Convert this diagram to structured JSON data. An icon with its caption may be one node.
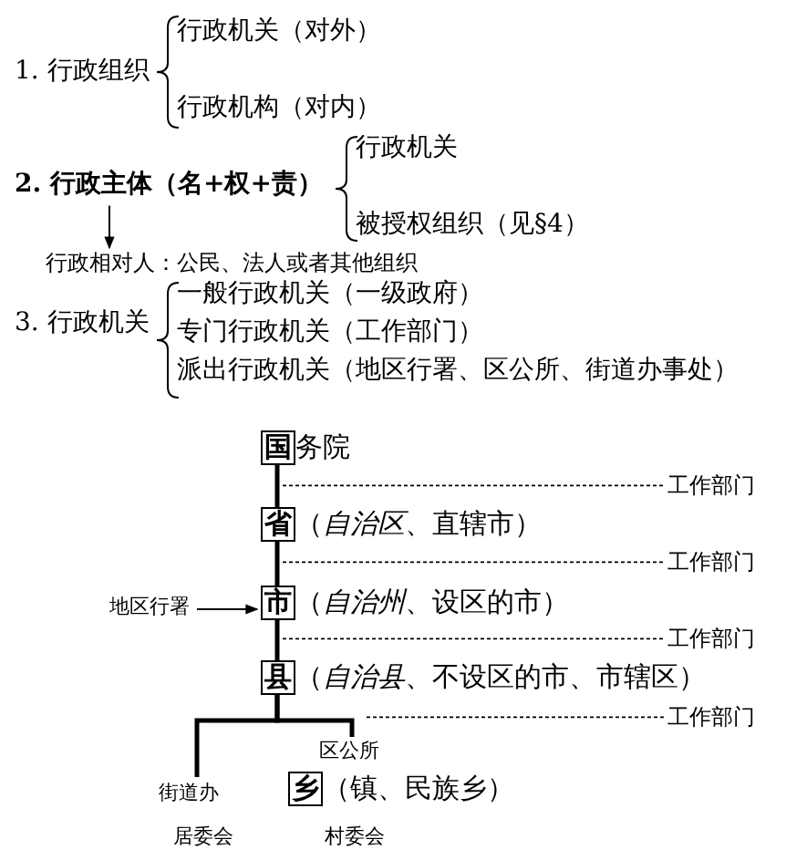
{
  "diagram": {
    "nodes": [
      {
        "text": [
          "1. 行政组织"
        ]
      },
      {
        "text": [
          "行政机关（对外）"
        ]
      },
      {
        "text": [
          "行政机构（对内）"
        ]
      },
      {
        "text": [
          "2. 行政主体（名+权+责）"
        ]
      },
      {
        "text": [
          "行政机关"
        ]
      },
      {
        "text": [
          "被授权组织（见§4）"
        ]
      },
      {
        "text": [
          "行政相对人：公民、法人或者其他组织"
        ]
      },
      {
        "text": [
          "3. 行政机关"
        ]
      },
      {
        "text": [
          "一般行政机关（一级政府）"
        ]
      },
      {
        "text": [
          "专门行政机关（工作部门）"
        ]
      },
      {
        "text": [
          "派出行政机关（地区行署、区公所、街道办事处）"
        ]
      },
      {
        "text": [
          "国",
          "务院"
        ]
      },
      {
        "text": [
          "省",
          "（*自治区*、直辖市）"
        ]
      },
      {
        "text": [
          "市",
          "（*自治州*、设区的市）"
        ]
      },
      {
        "text": [
          "县",
          "（*自治县*、不设区的市、市辖区）"
        ]
      },
      {
        "text": [
          "乡",
          "（镇、民族乡）"
        ]
      },
      {
        "text": [
          "街道办"
        ]
      },
      {
        "text": [
          "居委会"
        ]
      },
      {
        "text": [
          "区公所"
        ]
      },
      {
        "text": [
          "村委会"
        ]
      },
      {
        "text": [
          "地区行署"
        ]
      },
      {
        "text": [
          "工作部门"
        ]
      },
      {
        "text": [
          "工作部门"
        ]
      },
      {
        "text": [
          "工作部门"
        ]
      },
      {
        "text": [
          "工作部门"
        ]
      }
    ],
    "edges": [
      {
        "from": 3,
        "to": 6,
        "arrow": "to"
      },
      {
        "from": 11,
        "to": 12,
        "arrow": "none",
        "style": "thick"
      },
      {
        "from": 12,
        "to": 13,
        "arrow": "none",
        "style": "thick"
      },
      {
        "from": 13,
        "to": 14,
        "arrow": "none",
        "style": "thick"
      },
      {
        "from": 14,
        "to": 16,
        "arrow": "none",
        "style": "thick"
      },
      {
        "from": 14,
        "to": 18,
        "arrow": "none",
        "style": "thick"
      },
      {
        "from": 20,
        "to": 13,
        "arrow": "to"
      },
      {
        "from": 11,
        "to": 21,
        "arrow": "none",
        "style": "dashed"
      },
      {
        "from": 12,
        "to": 22,
        "arrow": "none",
        "style": "dashed"
      },
      {
        "from": 13,
        "to": 23,
        "arrow": "none",
        "style": "dashed"
      },
      {
        "from": 18,
        "to": 24,
        "arrow": "none",
        "style": "dashed"
      }
    ]
  }
}
